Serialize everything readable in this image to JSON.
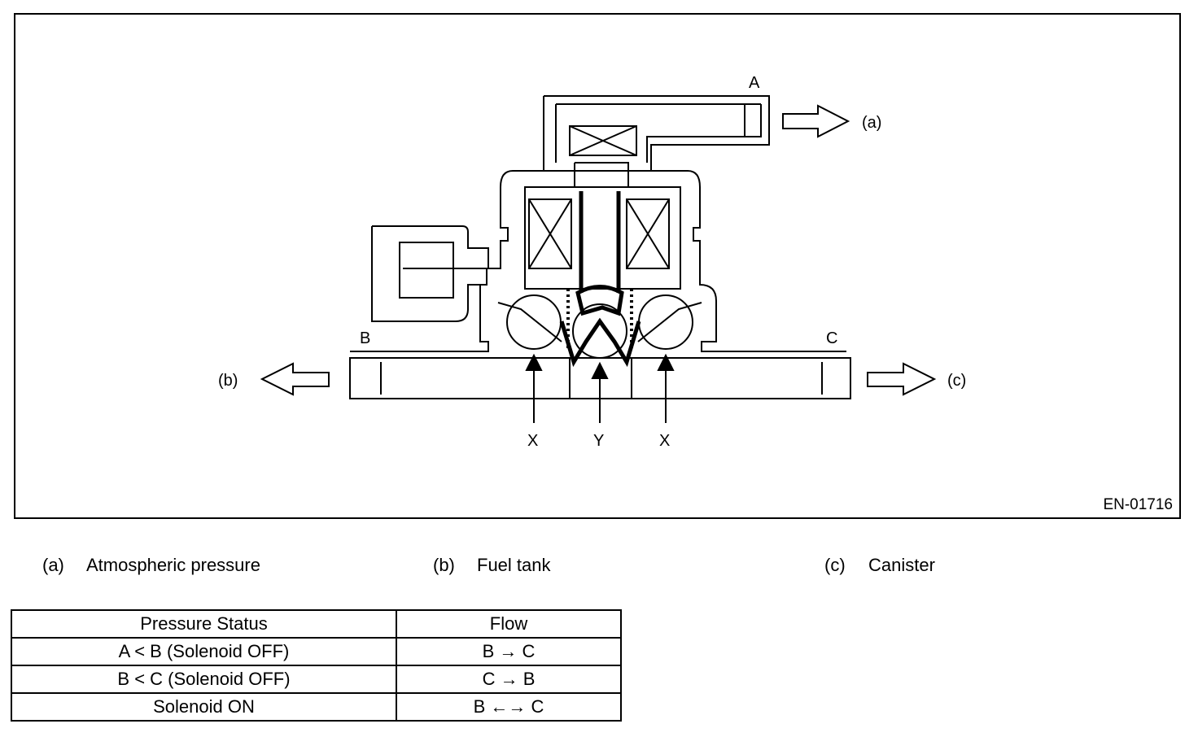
{
  "figure_code": "EN-01716",
  "ports": {
    "a": "A",
    "b": "B",
    "c": "C"
  },
  "flow_labels": {
    "a": "(a)",
    "b": "(b)",
    "c": "(c)"
  },
  "parts": {
    "x_left": "X",
    "y": "Y",
    "x_right": "X"
  },
  "legend": [
    {
      "key": "(a)",
      "text": "Atmospheric pressure"
    },
    {
      "key": "(b)",
      "text": "Fuel tank"
    },
    {
      "key": "(c)",
      "text": "Canister"
    }
  ],
  "table": {
    "headers": [
      "Pressure Status",
      "Flow"
    ],
    "rows": [
      [
        "A < B (Solenoid OFF)",
        "B → C"
      ],
      [
        "B < C (Solenoid OFF)",
        "C → B"
      ],
      [
        "Solenoid ON",
        "B ←→ C"
      ]
    ]
  }
}
